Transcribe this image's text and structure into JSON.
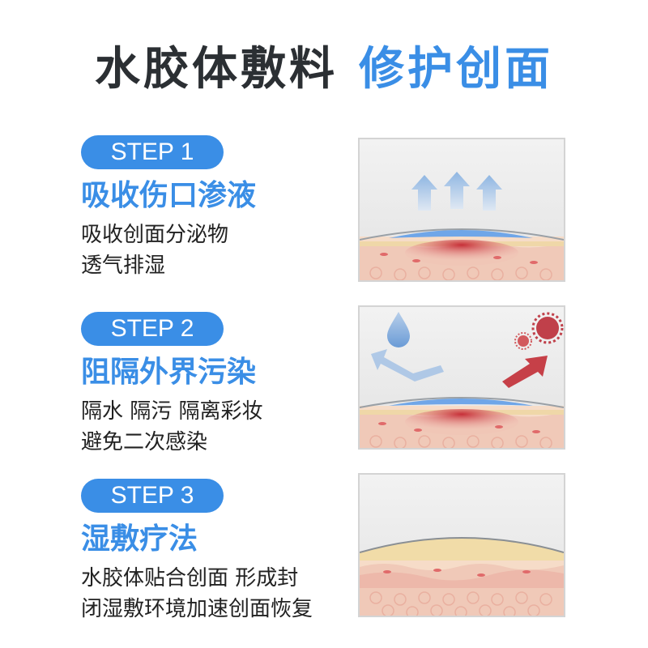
{
  "title": {
    "part1": "水胶体敷料",
    "part2": "修护创面"
  },
  "steps": [
    {
      "label": "STEP 1",
      "heading": "吸收伤口渗液",
      "lines": [
        "吸收创面分泌物",
        "透气排湿"
      ]
    },
    {
      "label": "STEP 2",
      "heading": "阻隔外界污染",
      "lines": [
        "隔水 隔污 隔离彩妆",
        "避免二次感染"
      ]
    },
    {
      "label": "STEP 3",
      "heading": "湿敷疗法",
      "lines": [
        "水胶体贴合创面 形成封",
        "闭湿敷环境加速创面恢复"
      ]
    }
  ],
  "colors": {
    "accent": "#3a8ee6",
    "title_dark": "#2b2f33",
    "skin": "#f3d2b8",
    "wound": "#d2373f"
  },
  "icons": [
    "up-arrow-icon",
    "water-drop-icon",
    "bounce-arrow-icon",
    "germ-icon"
  ]
}
